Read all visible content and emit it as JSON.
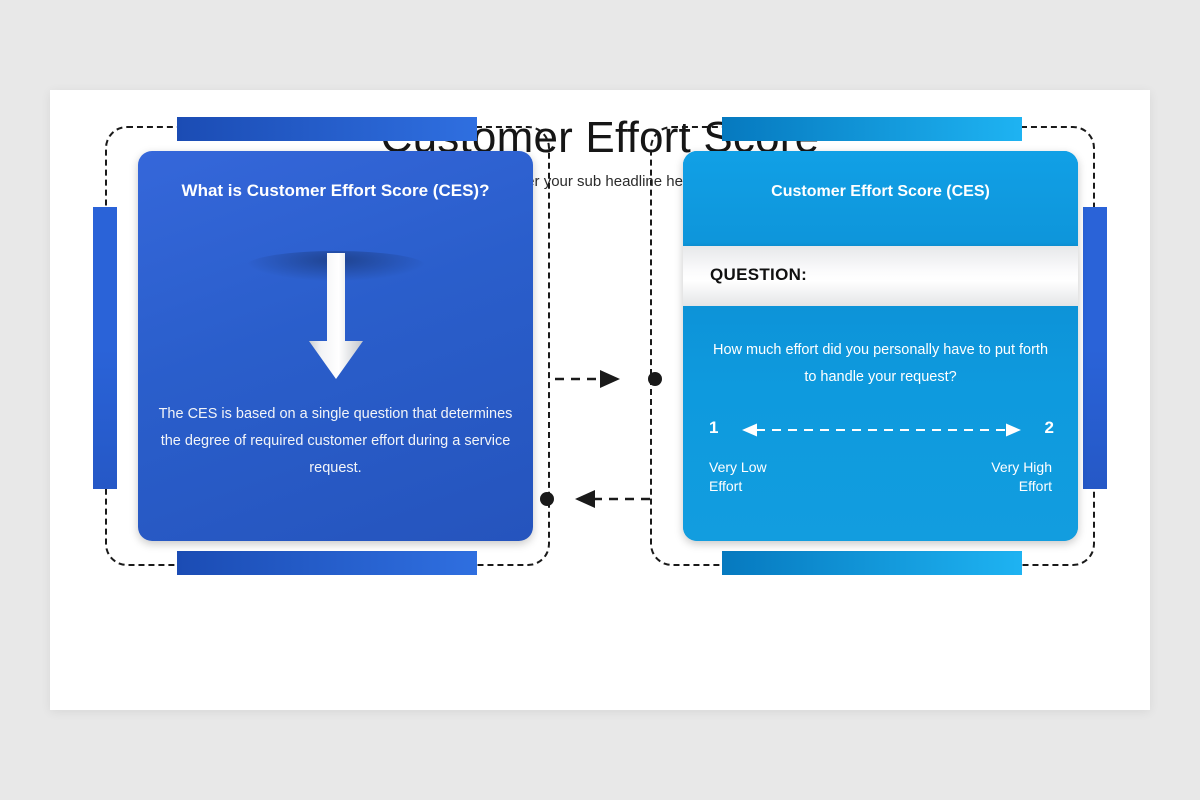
{
  "slide": {
    "title": "Customer Effort Score",
    "subtitle": "Enter your sub headline here"
  },
  "colors": {
    "background": "#e8e8e8",
    "slide": "#ffffff",
    "royal_blue": "#2a5ecb",
    "royal_blue_dark": "#1b4cb4",
    "cyan": "#0f9ae0",
    "cyan_dark": "#0679bf",
    "dash_border": "#1a1a1a",
    "text_light": "#ffffff",
    "text_dark": "#111111"
  },
  "left_panel": {
    "heading": "What is Customer Effort Score (CES)?",
    "body": "The CES is based on a single question that determines the degree of required customer effort during a service request.",
    "arrow_icon": "arrow-down-icon"
  },
  "right_panel": {
    "header": "Customer Effort Score (CES)",
    "question_label": "QUESTION:",
    "question_text": "How much effort did you personally have to put forth to handle your request?",
    "scale": {
      "low_value": "1",
      "high_value": "2",
      "low_label_line1": "Very Low",
      "low_label_line2": "Effort",
      "high_label_line1": "Very High",
      "high_label_line2": "Effort",
      "arrow_icon": "double-arrow-horizontal-icon"
    }
  },
  "connectors": [
    {
      "name": "left-to-right",
      "direction": "right",
      "icon": "arrow-right-icon"
    },
    {
      "name": "right-to-left",
      "direction": "left",
      "icon": "arrow-left-icon"
    }
  ]
}
